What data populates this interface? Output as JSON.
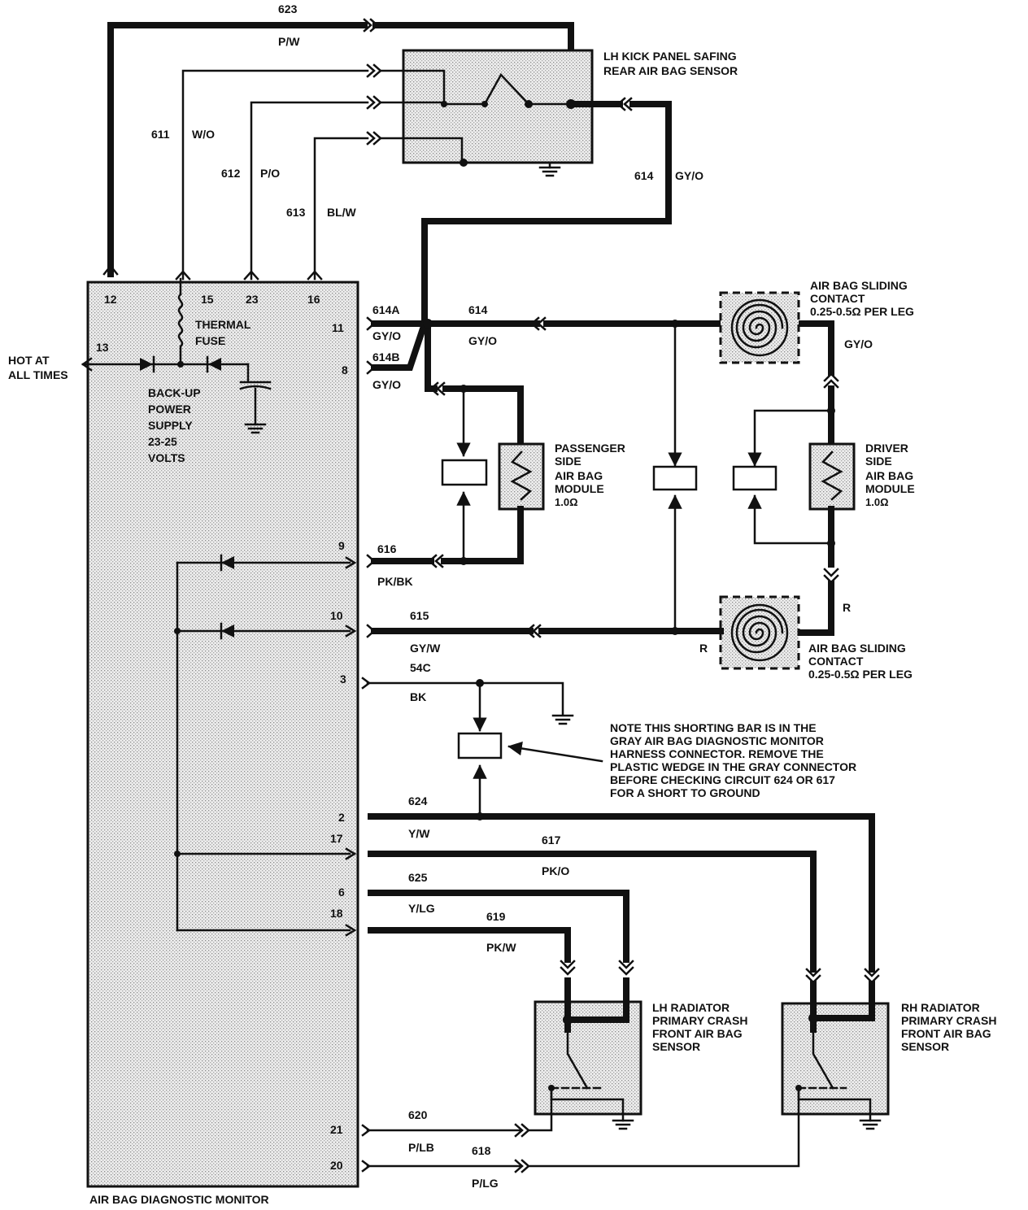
{
  "monitor": {
    "title": "AIR BAG DIAGNOSTIC MONITOR",
    "pins": {
      "p12": "12",
      "p15": "15",
      "p23": "23",
      "p16": "16",
      "p11": "11",
      "p13": "13",
      "p8": "8",
      "p9": "9",
      "p10": "10",
      "p3": "3",
      "p2": "2",
      "p17": "17",
      "p6": "6",
      "p18": "18",
      "p21": "21",
      "p20": "20"
    },
    "hot": [
      "HOT AT",
      "ALL TIMES"
    ],
    "thermal_fuse": [
      "THERMAL",
      "FUSE"
    ],
    "backup_supply": [
      "BACK-UP",
      "POWER",
      "SUPPLY",
      "23-25",
      "VOLTS"
    ]
  },
  "circuits": {
    "c623": {
      "num": "623",
      "color": "P/W"
    },
    "c611": {
      "num": "611",
      "color": "W/O"
    },
    "c612": {
      "num": "612",
      "color": "P/O"
    },
    "c613": {
      "num": "613",
      "color": "BL/W"
    },
    "c614": {
      "num": "614",
      "color": "GY/O"
    },
    "c614a": {
      "num": "614A",
      "color": "GY/O"
    },
    "c614b": {
      "num": "614B",
      "color": "GY/O"
    },
    "c614h": {
      "num": "614",
      "color": "GY/O"
    },
    "c616": {
      "num": "616",
      "color": "PK/BK"
    },
    "c615": {
      "num": "615",
      "color": "GY/W"
    },
    "c54c": {
      "num": "54C",
      "color": "BK"
    },
    "c624": {
      "num": "624",
      "color": "Y/W"
    },
    "c617": {
      "num": "617",
      "color": "PK/O"
    },
    "c625": {
      "num": "625",
      "color": "Y/LG"
    },
    "c619": {
      "num": "619",
      "color": "PK/W"
    },
    "c620": {
      "num": "620",
      "color": "P/LB"
    },
    "c618": {
      "num": "618",
      "color": "P/LG"
    },
    "gy_o_right": "GY/O",
    "r_right": "R",
    "r_bottom": "R"
  },
  "components": {
    "lh_kick": [
      "LH KICK PANEL SAFING",
      "REAR AIR BAG SENSOR"
    ],
    "sliding_top": [
      "AIR BAG SLIDING",
      "CONTACT",
      "0.25-0.5Ω PER LEG"
    ],
    "sliding_bottom": [
      "AIR BAG SLIDING",
      "CONTACT",
      "0.25-0.5Ω PER LEG"
    ],
    "passenger_module": [
      "PASSENGER",
      "SIDE",
      "AIR BAG",
      "MODULE",
      "1.0Ω"
    ],
    "driver_module": [
      "DRIVER",
      "SIDE",
      "AIR BAG",
      "MODULE",
      "1.0Ω"
    ],
    "lh_radiator": [
      "LH RADIATOR",
      "PRIMARY CRASH",
      "FRONT AIR BAG",
      "SENSOR"
    ],
    "rh_radiator": [
      "RH RADIATOR",
      "PRIMARY CRASH",
      "FRONT AIR BAG",
      "SENSOR"
    ]
  },
  "note": [
    "NOTE THIS SHORTING BAR IS IN THE",
    "GRAY AIR BAG DIAGNOSTIC MONITOR",
    "HARNESS CONNECTOR. REMOVE THE",
    "PLASTIC WEDGE IN THE GRAY CONNECTOR",
    "BEFORE CHECKING CIRCUIT 624 OR 617",
    "FOR A SHORT TO GROUND"
  ]
}
